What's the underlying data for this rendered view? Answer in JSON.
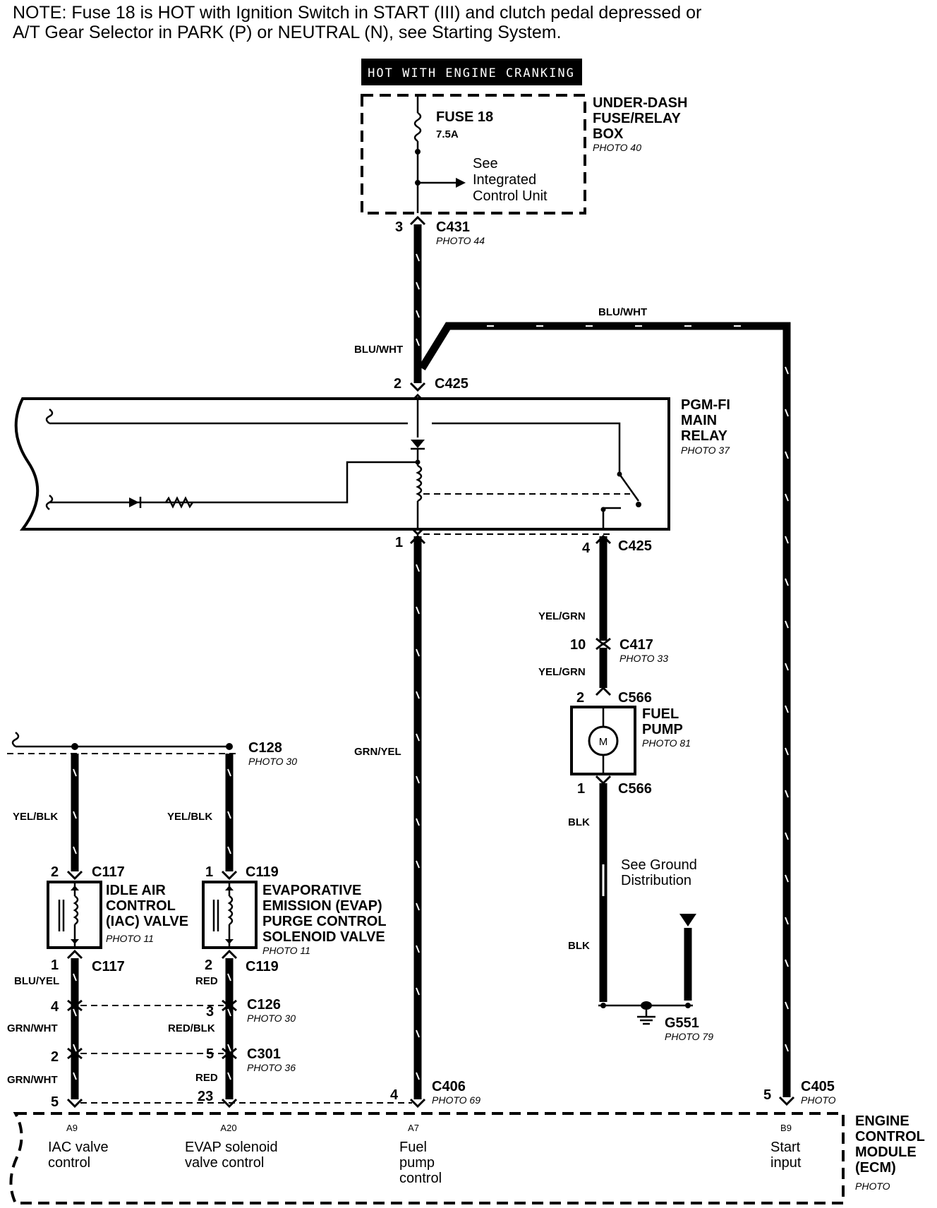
{
  "note": {
    "line1": "NOTE: Fuse 18 is HOT with Ignition Switch in START (III) and clutch pedal depressed or",
    "line2": "A/T Gear Selector in PARK (P) or NEUTRAL (N), see Starting System."
  },
  "hot_banner": "HOT WITH ENGINE CRANKING",
  "fuse_box": {
    "fuse_name": "FUSE 18",
    "fuse_rating": "7.5A",
    "see_line1": "See",
    "see_line2": "Integrated",
    "see_line3": "Control Unit",
    "name_line1": "UNDER-DASH",
    "name_line2": "FUSE/RELAY",
    "name_line3": "BOX",
    "photo": "PHOTO 40"
  },
  "c431": {
    "pin": "3",
    "name": "C431",
    "photo": "PHOTO 44"
  },
  "wires": {
    "blu_wht_top": "BLU/WHT",
    "blu_wht_left": "BLU/WHT",
    "grn_yel": "GRN/YEL",
    "yel_grn_1": "YEL/GRN",
    "yel_grn_2": "YEL/GRN",
    "blk_1": "BLK",
    "blk_2": "BLK",
    "yel_blk_1": "YEL/BLK",
    "yel_blk_2": "YEL/BLK",
    "blu_yel": "BLU/YEL",
    "red_1": "RED",
    "grn_wht_1": "GRN/WHT",
    "red_blk": "RED/BLK",
    "grn_wht_2": "GRN/WHT",
    "red_2": "RED"
  },
  "c425_top": {
    "pin": "2",
    "name": "C425"
  },
  "main_relay": {
    "line1": "PGM-FI",
    "line2": "MAIN",
    "line3": "RELAY",
    "photo": "PHOTO 37"
  },
  "c425_bottom": {
    "pin_left": "1",
    "pin_right": "4",
    "name": "C425"
  },
  "c417": {
    "pin": "10",
    "name": "C417",
    "photo": "PHOTO 33"
  },
  "c566_top": {
    "pin": "2",
    "name": "C566"
  },
  "fuel_pump": {
    "line1": "FUEL",
    "line2": "PUMP",
    "photo": "PHOTO 81",
    "motor": "M"
  },
  "c566_bottom": {
    "pin": "1",
    "name": "C566"
  },
  "ground_note": {
    "line1": "See Ground",
    "line2": "Distribution"
  },
  "g551": {
    "name": "G551",
    "photo": "PHOTO 79"
  },
  "c128": {
    "name": "C128",
    "photo": "PHOTO 30"
  },
  "c117": {
    "pin_top": "2",
    "pin_bottom": "1",
    "name": "C117"
  },
  "iac_valve": {
    "line1": "IDLE AIR",
    "line2": "CONTROL",
    "line3": "(IAC) VALVE",
    "photo": "PHOTO 11"
  },
  "c119": {
    "pin_top": "1",
    "pin_bottom": "2",
    "name": "C119"
  },
  "evap_valve": {
    "line1": "EVAPORATIVE",
    "line2": "EMISSION (EVAP)",
    "line3": "PURGE CONTROL",
    "line4": "SOLENOID VALVE",
    "photo": "PHOTO 11"
  },
  "c126": {
    "pin_left": "4",
    "pin_right": "3",
    "name": "C126",
    "photo": "PHOTO 30"
  },
  "c301": {
    "pin_left": "2",
    "pin_right": "5",
    "name": "C301",
    "photo": "PHOTO 36"
  },
  "c406": {
    "pin_a": "5",
    "pin_b": "23",
    "pin_c": "4",
    "name": "C406",
    "photo": "PHOTO 69"
  },
  "c405": {
    "pin": "5",
    "name": "C405",
    "photo": "PHOTO"
  },
  "ecm": {
    "name_line1": "ENGINE",
    "name_line2": "CONTROL",
    "name_line3": "MODULE",
    "name_line4": "(ECM)",
    "photo": "PHOTO",
    "pins": [
      {
        "id": "A9",
        "line1": "IAC valve",
        "line2": "control",
        "line3": ""
      },
      {
        "id": "A20",
        "line1": "EVAP solenoid",
        "line2": "valve control",
        "line3": ""
      },
      {
        "id": "A7",
        "line1": "Fuel",
        "line2": "pump",
        "line3": "control"
      },
      {
        "id": "B9",
        "line1": "Start",
        "line2": "input",
        "line3": ""
      }
    ]
  }
}
